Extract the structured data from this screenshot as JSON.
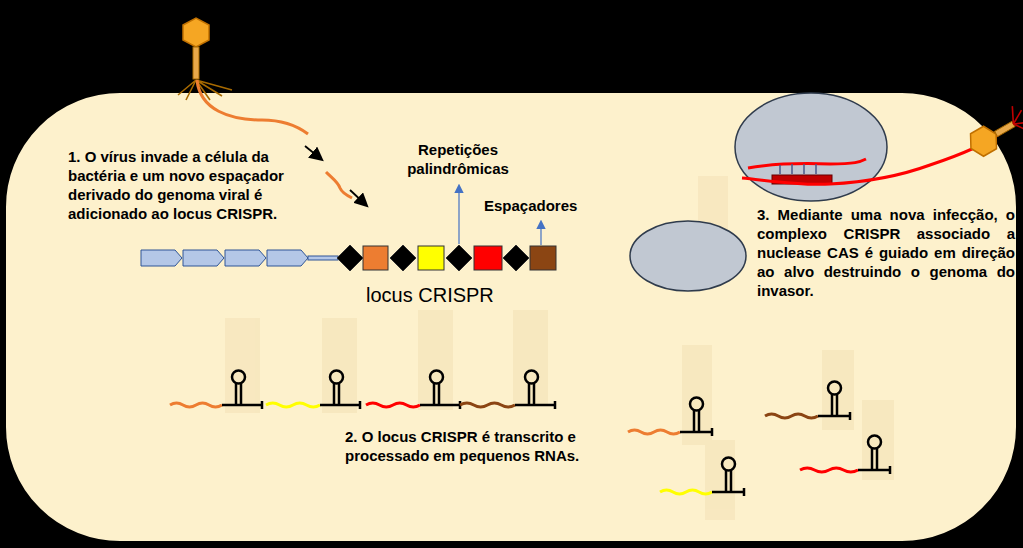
{
  "diagram": {
    "labels": [
      "1. O vírus invade a célula da bactéria e um novo espaçador derivado do genoma viral é adicionado ao locus CRISPR.",
      "Repetições palindrômicas",
      "Espaçadores",
      "locus CRISPR",
      "2. O locus CRISPR é transcrito e processado em pequenos RNAs.",
      "3. Mediante uma nova infecção, o complexo CRISPR associado a nuclease CAS é guiado em direção ao alvo destruindo o genoma do invasor."
    ]
  }
}
